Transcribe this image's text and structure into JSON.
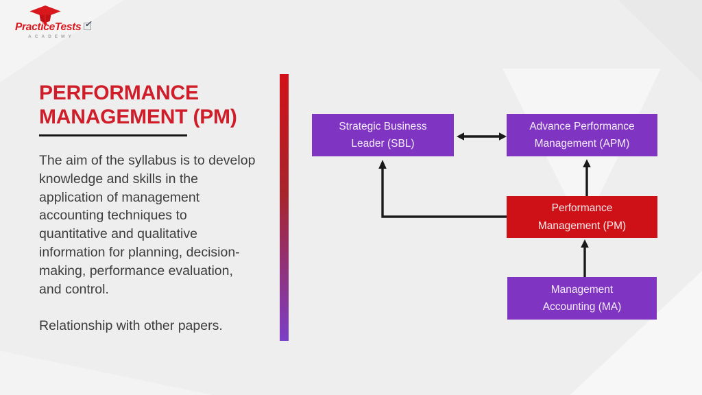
{
  "slide": {
    "background_color": "#efeeee"
  },
  "logo": {
    "brand": "PracticeTests",
    "academy": "ACADEMY",
    "brand_color": "#d8171e",
    "check_icon": "✓"
  },
  "left_panel": {
    "title": "PERFORMANCE MANAGEMENT (PM)",
    "title_color": "#cf1e2a",
    "paragraph": "The aim of the syllabus is to develop knowledge and skills in the application of management accounting techniques to quantitative and qualitative information for planning, decision-making, performance evaluation, and control.",
    "closing_line": "Relationship with other papers."
  },
  "accent_bar": {
    "top_color": "#d11118",
    "bottom_color": "#7b3ec6"
  },
  "diagram": {
    "arrow_color": "#1a1a1a",
    "purple": "#7f35c2",
    "red": "#ce1117",
    "boxes": {
      "sbl": {
        "line1": "Strategic Business",
        "line2": "Leader (SBL)"
      },
      "apm": {
        "line1": "Advance Performance",
        "line2": "Management (APM)"
      },
      "pm": {
        "line1": "Performance",
        "line2": "Management (PM)"
      },
      "ma": {
        "line1": "Management",
        "line2": "Accounting (MA)"
      }
    },
    "connections": [
      "SBL <-> APM",
      "PM -> APM",
      "MA -> PM",
      "PM -> SBL"
    ]
  }
}
